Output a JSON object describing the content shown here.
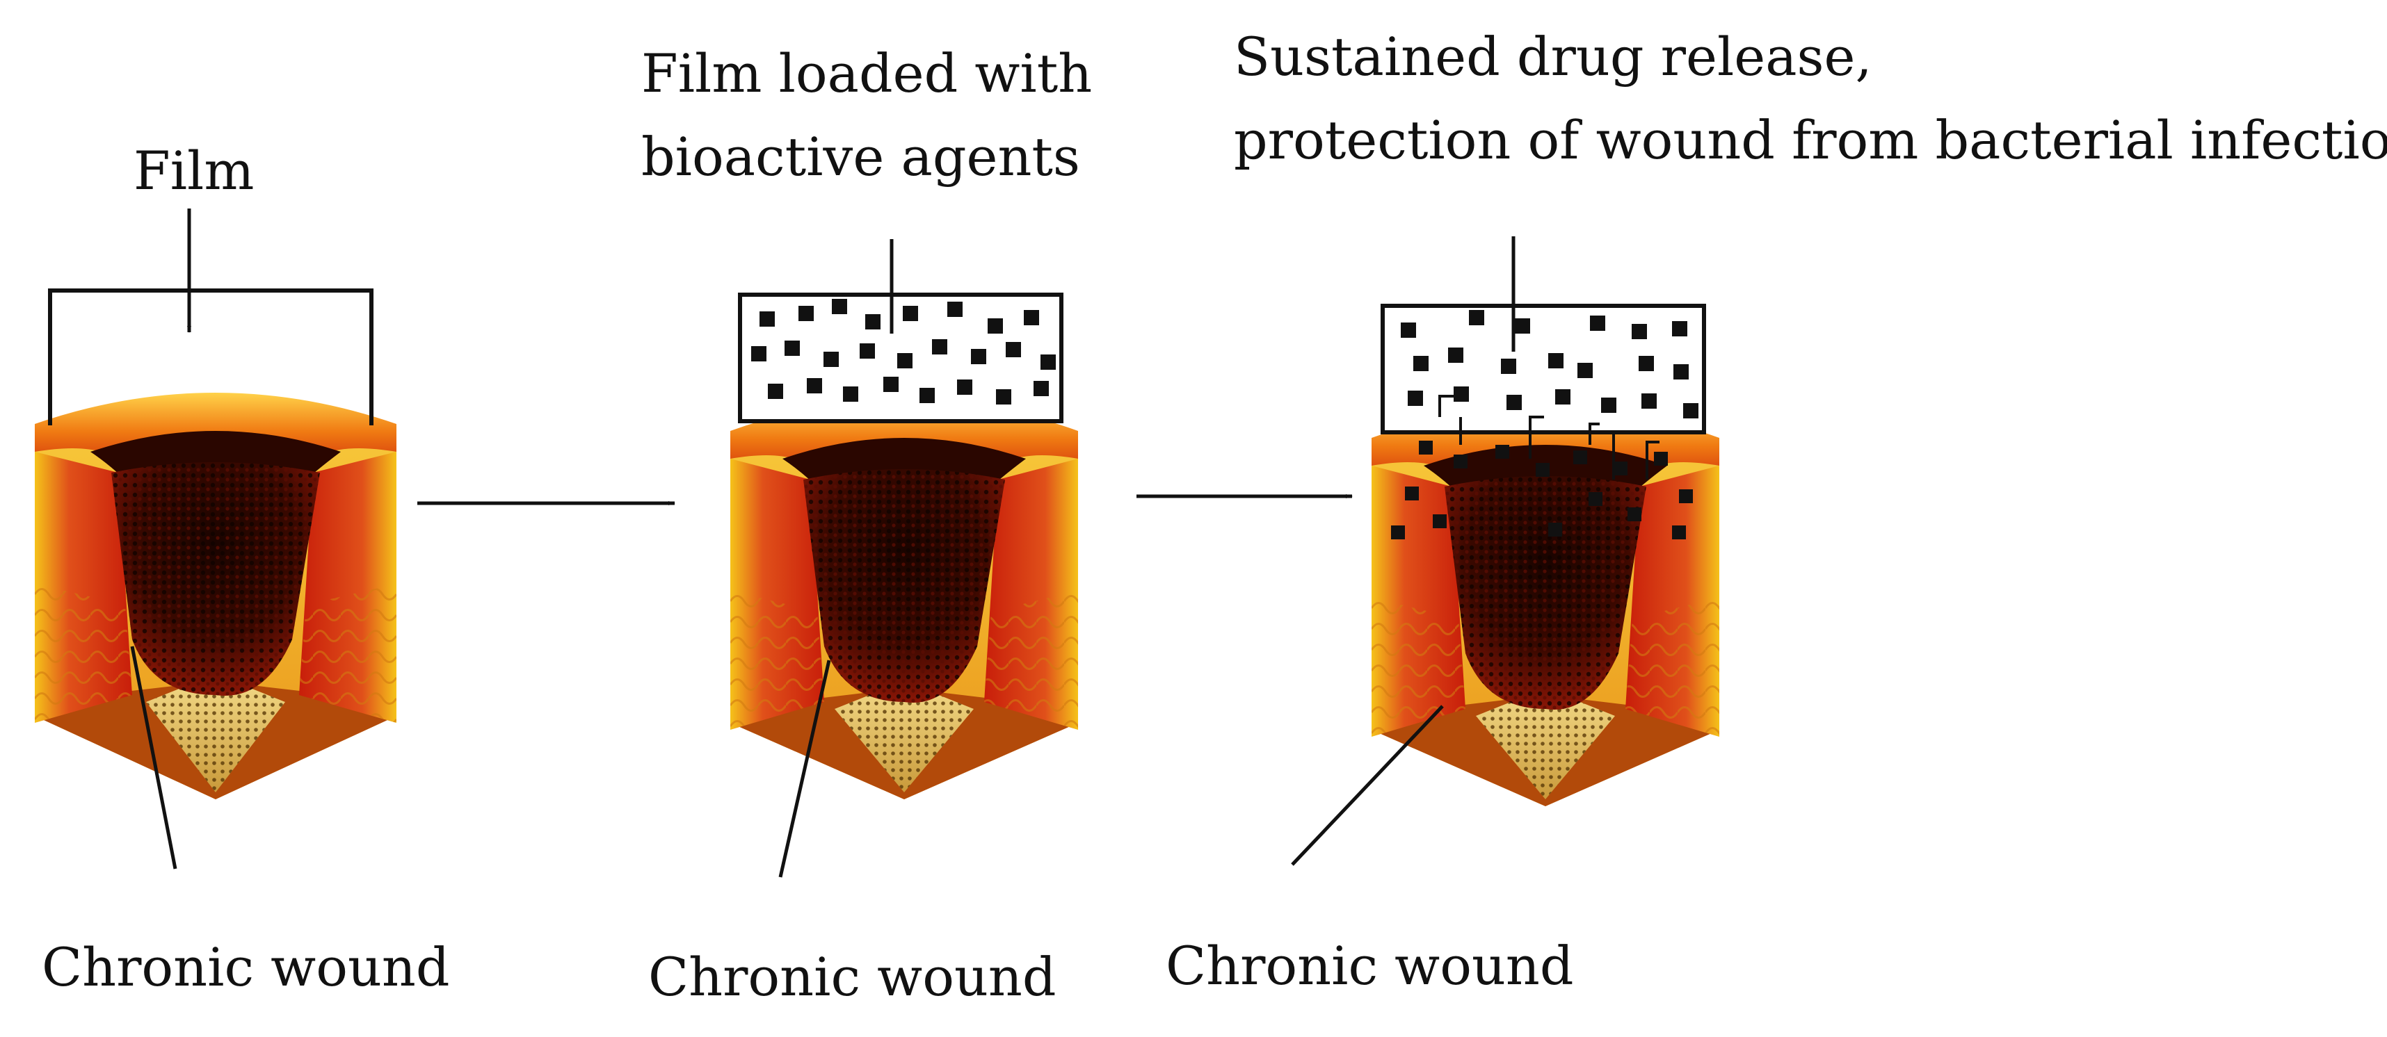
{
  "labels": {
    "film": "Film",
    "loaded_film_line1": "Film loaded with",
    "loaded_film_line2": "bioactive agents",
    "release_line1": "Sustained drug release,",
    "release_line2": "protection of wound from bacterial infection",
    "wound_1": "Chronic wound",
    "wound_2": "Chronic wound",
    "wound_3": "Chronic wound"
  },
  "colors": {
    "line": "#111111",
    "wound_dark": "#2a0600",
    "wound_red": "#c81e0a",
    "wound_orange": "#f07a12",
    "wound_yellow": "#f5c21a",
    "fat_yellow": "#f2b52a",
    "base_tan": "#d6b25a"
  }
}
